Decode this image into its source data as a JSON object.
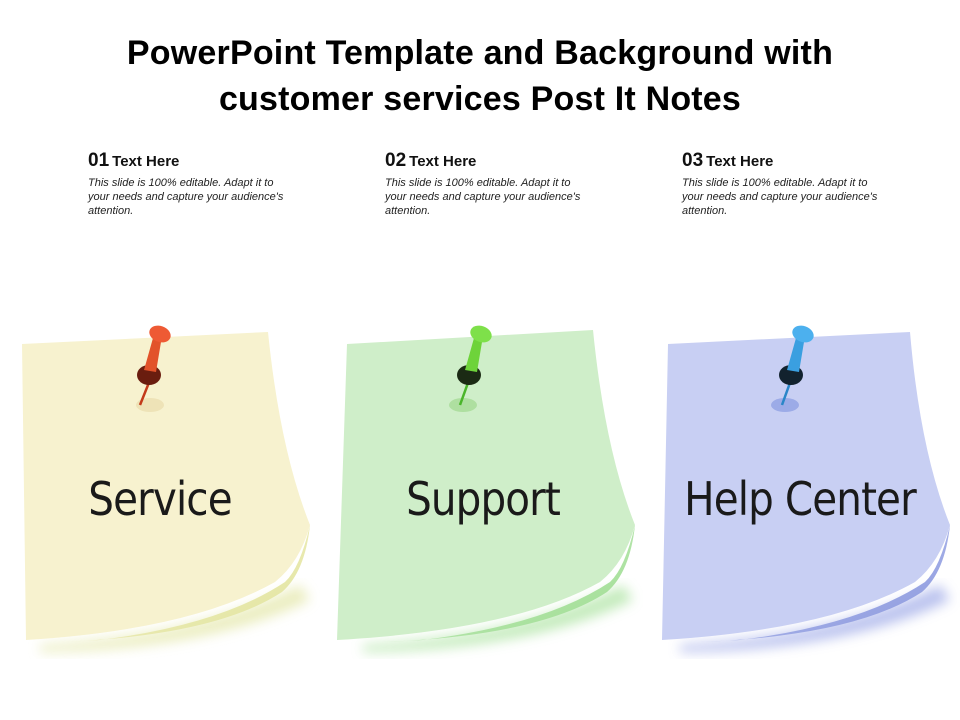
{
  "slide": {
    "title_line1": "PowerPoint Template and Background with",
    "title_line2": "customer services Post It Notes"
  },
  "columns": [
    {
      "number": "01",
      "label": "Text Here",
      "description": "This slide is 100% editable. Adapt it to your needs and capture your audience's attention."
    },
    {
      "number": "02",
      "label": "Text Here",
      "description": "This slide is 100% editable. Adapt it to your needs and capture your audience's attention."
    },
    {
      "number": "03",
      "label": "Text Here",
      "description": "This slide is 100% editable. Adapt it to your needs and capture your audience's attention."
    }
  ],
  "notes": [
    {
      "word": "Service",
      "note_color": "#f7f2cf",
      "curl_color": "#e3e6a2",
      "pin_color": "#e8502c",
      "pin_icon": "pushpin-icon"
    },
    {
      "word": "Support",
      "note_color": "#cfeec9",
      "curl_color": "#a6e29a",
      "pin_color": "#6ed33a",
      "pin_icon": "pushpin-icon"
    },
    {
      "word": "Help Center",
      "note_color": "#c8cff3",
      "curl_color": "#8f9de0",
      "pin_color": "#3a9fe0",
      "pin_icon": "pushpin-icon"
    }
  ]
}
